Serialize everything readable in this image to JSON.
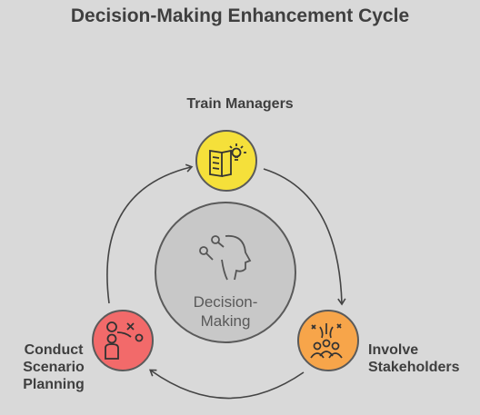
{
  "title": "Decision-Making Enhancement Cycle",
  "center": {
    "line1": "Decision-",
    "line2": "Making"
  },
  "nodes": {
    "top": {
      "label": "Train Managers",
      "icon": "book-lightbulb-icon",
      "color": "#f5e03a"
    },
    "right": {
      "label_line1": "Involve",
      "label_line2": "Stakeholders",
      "icon": "group-celebration-icon",
      "color": "#f7a54a"
    },
    "left": {
      "label_line1": "Conduct",
      "label_line2": "Scenario",
      "label_line3": "Planning",
      "icon": "strategy-person-icon",
      "color": "#f26a6a"
    }
  }
}
